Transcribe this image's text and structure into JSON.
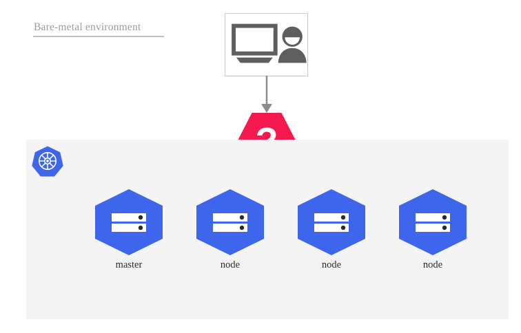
{
  "diagram": {
    "title": "Bare-metal environment",
    "background_color": "#ffffff",
    "panel_color": "#f4f4f4"
  },
  "workstation": {
    "name": "workstation",
    "icon": "monitor-user-icon",
    "border_color": "#c7c7c7",
    "icon_color": "#5e5e5e"
  },
  "connector": {
    "name": "arrow-down",
    "color": "#8c8c8c",
    "direction": "down"
  },
  "question_marker": {
    "label": "?",
    "shape": "hexagon",
    "fill_color": "#f5194e",
    "text_color": "#ffffff"
  },
  "cluster": {
    "logo": "kubernetes-logo",
    "logo_color": "#3d66ec",
    "node_color": "#3d66ec",
    "nodes": [
      {
        "label": "master",
        "role": "master",
        "icon": "server-icon"
      },
      {
        "label": "node",
        "role": "worker",
        "icon": "server-icon"
      },
      {
        "label": "node",
        "role": "worker",
        "icon": "server-icon"
      },
      {
        "label": "node",
        "role": "worker",
        "icon": "server-icon"
      }
    ]
  }
}
